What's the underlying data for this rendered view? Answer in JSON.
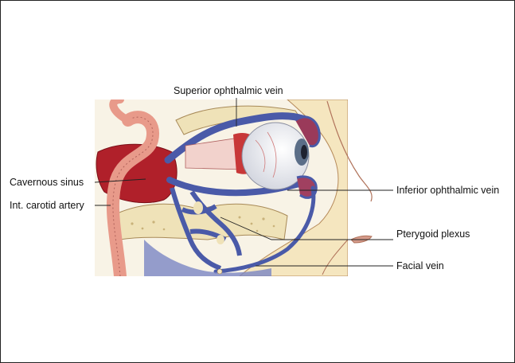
{
  "labels": {
    "superior_ophthalmic_vein": "Superior ophthalmic vein",
    "cavernous_sinus": "Cavernous sinus",
    "int_carotid_artery": "Int. carotid artery",
    "inferior_ophthalmic_vein": "Inferior ophthalmic vein",
    "pterygoid_plexus": "Pterygoid plexus",
    "facial_vein": "Facial vein"
  },
  "colors": {
    "vein": "#4a5aa8",
    "artery": "#e89a8a",
    "sinus": "#b0202a",
    "bone": "#efe2b8",
    "skin": "#f7e7c0",
    "sclera": "#f4f4f6",
    "iris": "#5b6e88",
    "muscle": "#c83838",
    "leader": "#222222"
  }
}
